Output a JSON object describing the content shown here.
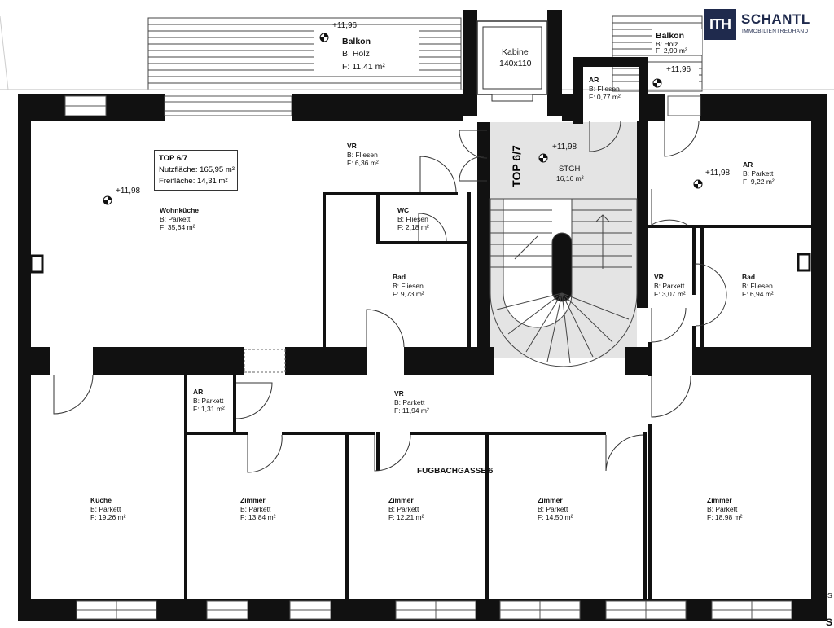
{
  "logo": {
    "badge": "ITH",
    "name": "SCHANTL",
    "subtitle": "IMMOBILIENTREUHAND"
  },
  "unit": {
    "title": "TOP 6/7",
    "usable_area": "Nutzfläche: 165,95 m²",
    "outdoor_area": "Freifläche: 14,31 m²",
    "vertical_label": "TOP 6/7"
  },
  "street": "FUGBACHGASSE 6",
  "levels": [
    "+11,96",
    "+11,96",
    "+11,98",
    "+11,98",
    "+11,98"
  ],
  "elevator": {
    "name": "Kabine",
    "size": "140x110"
  },
  "edge_marks": [
    "S",
    "S"
  ],
  "rooms": {
    "balkon_l": {
      "name": "Balkon",
      "floor": "B: Holz",
      "area": "F: 11,41 m²"
    },
    "balkon_r": {
      "name": "Balkon",
      "floor": "B: Holz",
      "area": "F: 2,90 m²"
    },
    "ar_top": {
      "name": "AR",
      "floor": "B: Fliesen",
      "area": "F: 0,77 m²"
    },
    "vr_top": {
      "name": "VR",
      "floor": "B: Fliesen",
      "area": "F: 6,36 m²"
    },
    "stgh": {
      "name": "STGH",
      "area": "16,16 m²"
    },
    "ar_right": {
      "name": "AR",
      "floor": "B: Parkett",
      "area": "F: 9,22 m²"
    },
    "wohnkueche": {
      "name": "Wohnküche",
      "floor": "B: Parkett",
      "area": "F: 35,64 m²"
    },
    "wc": {
      "name": "WC",
      "floor": "B: Fliesen",
      "area": "F: 2,18 m²"
    },
    "bad_mid": {
      "name": "Bad",
      "floor": "B: Fliesen",
      "area": "F: 9,73 m²"
    },
    "vr_right": {
      "name": "VR",
      "floor": "B: Parkett",
      "area": "F: 3,07 m²"
    },
    "bad_right": {
      "name": "Bad",
      "floor": "B: Fliesen",
      "area": "F: 6,94 m²"
    },
    "ar_small": {
      "name": "AR",
      "floor": "B: Parkett",
      "area": "F: 1,31 m²"
    },
    "vr_main": {
      "name": "VR",
      "floor": "B: Parkett",
      "area": "F: 11,94 m²"
    },
    "kueche": {
      "name": "Küche",
      "floor": "B: Parkett",
      "area": "F: 19,26 m²"
    },
    "zimmer1": {
      "name": "Zimmer",
      "floor": "B: Parkett",
      "area": "F: 13,84 m²"
    },
    "zimmer2": {
      "name": "Zimmer",
      "floor": "B: Parkett",
      "area": "F: 12,21 m²"
    },
    "zimmer3": {
      "name": "Zimmer",
      "floor": "B: Parkett",
      "area": "F: 14,50 m²"
    },
    "zimmer4": {
      "name": "Zimmer",
      "floor": "B: Parkett",
      "area": "F: 18,98 m²"
    }
  }
}
